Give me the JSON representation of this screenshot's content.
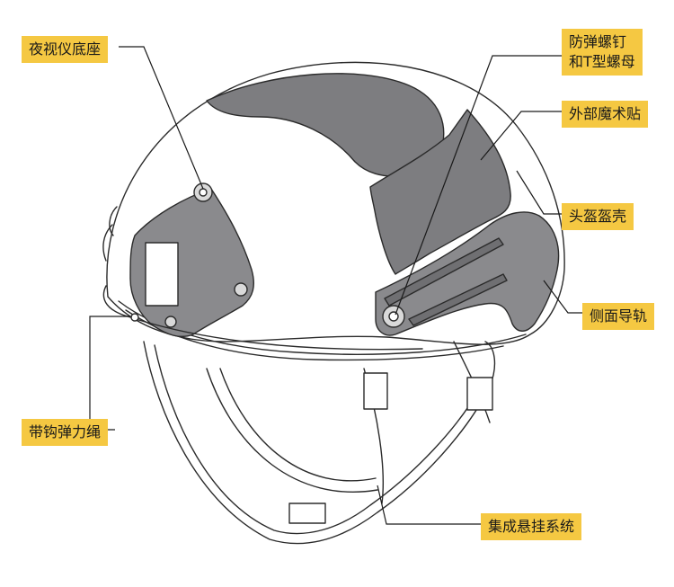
{
  "colors": {
    "callout_bg": "#f5c842",
    "outline": "#2b2b2b",
    "patch_fill": "#7d7d80",
    "rail_fill": "#8a8a8d",
    "leader": "#1a1a1a"
  },
  "labels": {
    "nvg_mount": "夜视仪底座",
    "bolt_nut_1": "防弹螺钉",
    "bolt_nut_2": "和T型螺母",
    "velcro": "外部魔术贴",
    "shell": "头盔盔壳",
    "side_rail": "侧面导轨",
    "bungee": "带钩弹力绳",
    "suspension": "集成悬挂系统"
  }
}
